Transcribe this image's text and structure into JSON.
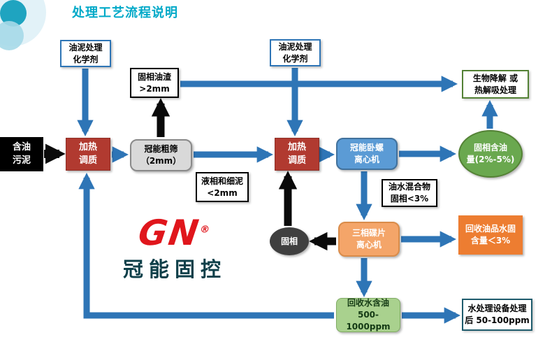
{
  "page": {
    "title": "处理工艺流程说明"
  },
  "logo": {
    "gn": "GN",
    "reg": "®",
    "company": "冠能固控"
  },
  "nodes": {
    "chem1": {
      "line1": "油泥处理",
      "line2": "化学剂"
    },
    "sludge": {
      "line1": "含油",
      "line2": "污泥"
    },
    "heat1": {
      "line1": "加热",
      "line2": "调质"
    },
    "sieve": {
      "line1": "冠能粗筛",
      "line2": "（2mm）"
    },
    "solid_residue": {
      "line1": "固相油渣",
      "line2": ">2mm"
    },
    "liquid_fine": {
      "line1": "液相和细泥",
      "line2": "<2mm"
    },
    "chem2": {
      "line1": "油泥处理",
      "line2": "化学剂"
    },
    "heat2": {
      "line1": "加热",
      "line2": "调质"
    },
    "decanter": {
      "line1": "冠能卧螺",
      "line2": "离心机"
    },
    "oil_water_mix": {
      "line1": "油水混合物",
      "line2": "固相<3%"
    },
    "disc": {
      "line1": "三相碟片",
      "line2": "离心机"
    },
    "solid_phase": {
      "line1": "固相"
    },
    "solid_oil": {
      "line1": "固相含油",
      "line2": "量(2%-5%)"
    },
    "bio": {
      "line1": "生物降解 或",
      "line2": "热解吸处理"
    },
    "recovered_oil": {
      "line1": "回收油品水固",
      "line2": "含量＜3%"
    },
    "recovered_water": {
      "line1": "回收水含油",
      "line2": "500-1000ppm"
    },
    "water_treat": {
      "line1": "水处理设备处理",
      "line2": "后 50-100ppm"
    }
  },
  "colors": {
    "title": "#00a9c8",
    "arrow_blue": "#2e75b6",
    "arrow_black": "#000000",
    "heat_red": "#b13a30",
    "decanter_blue": "#5b9bd5",
    "disc_orange": "#f4a569",
    "solid_oil_green": "#6aa84f",
    "recovered_oil_orange": "#ed7d31",
    "recovered_water_green": "#a9d18e",
    "logo_red": "#e0161c"
  }
}
